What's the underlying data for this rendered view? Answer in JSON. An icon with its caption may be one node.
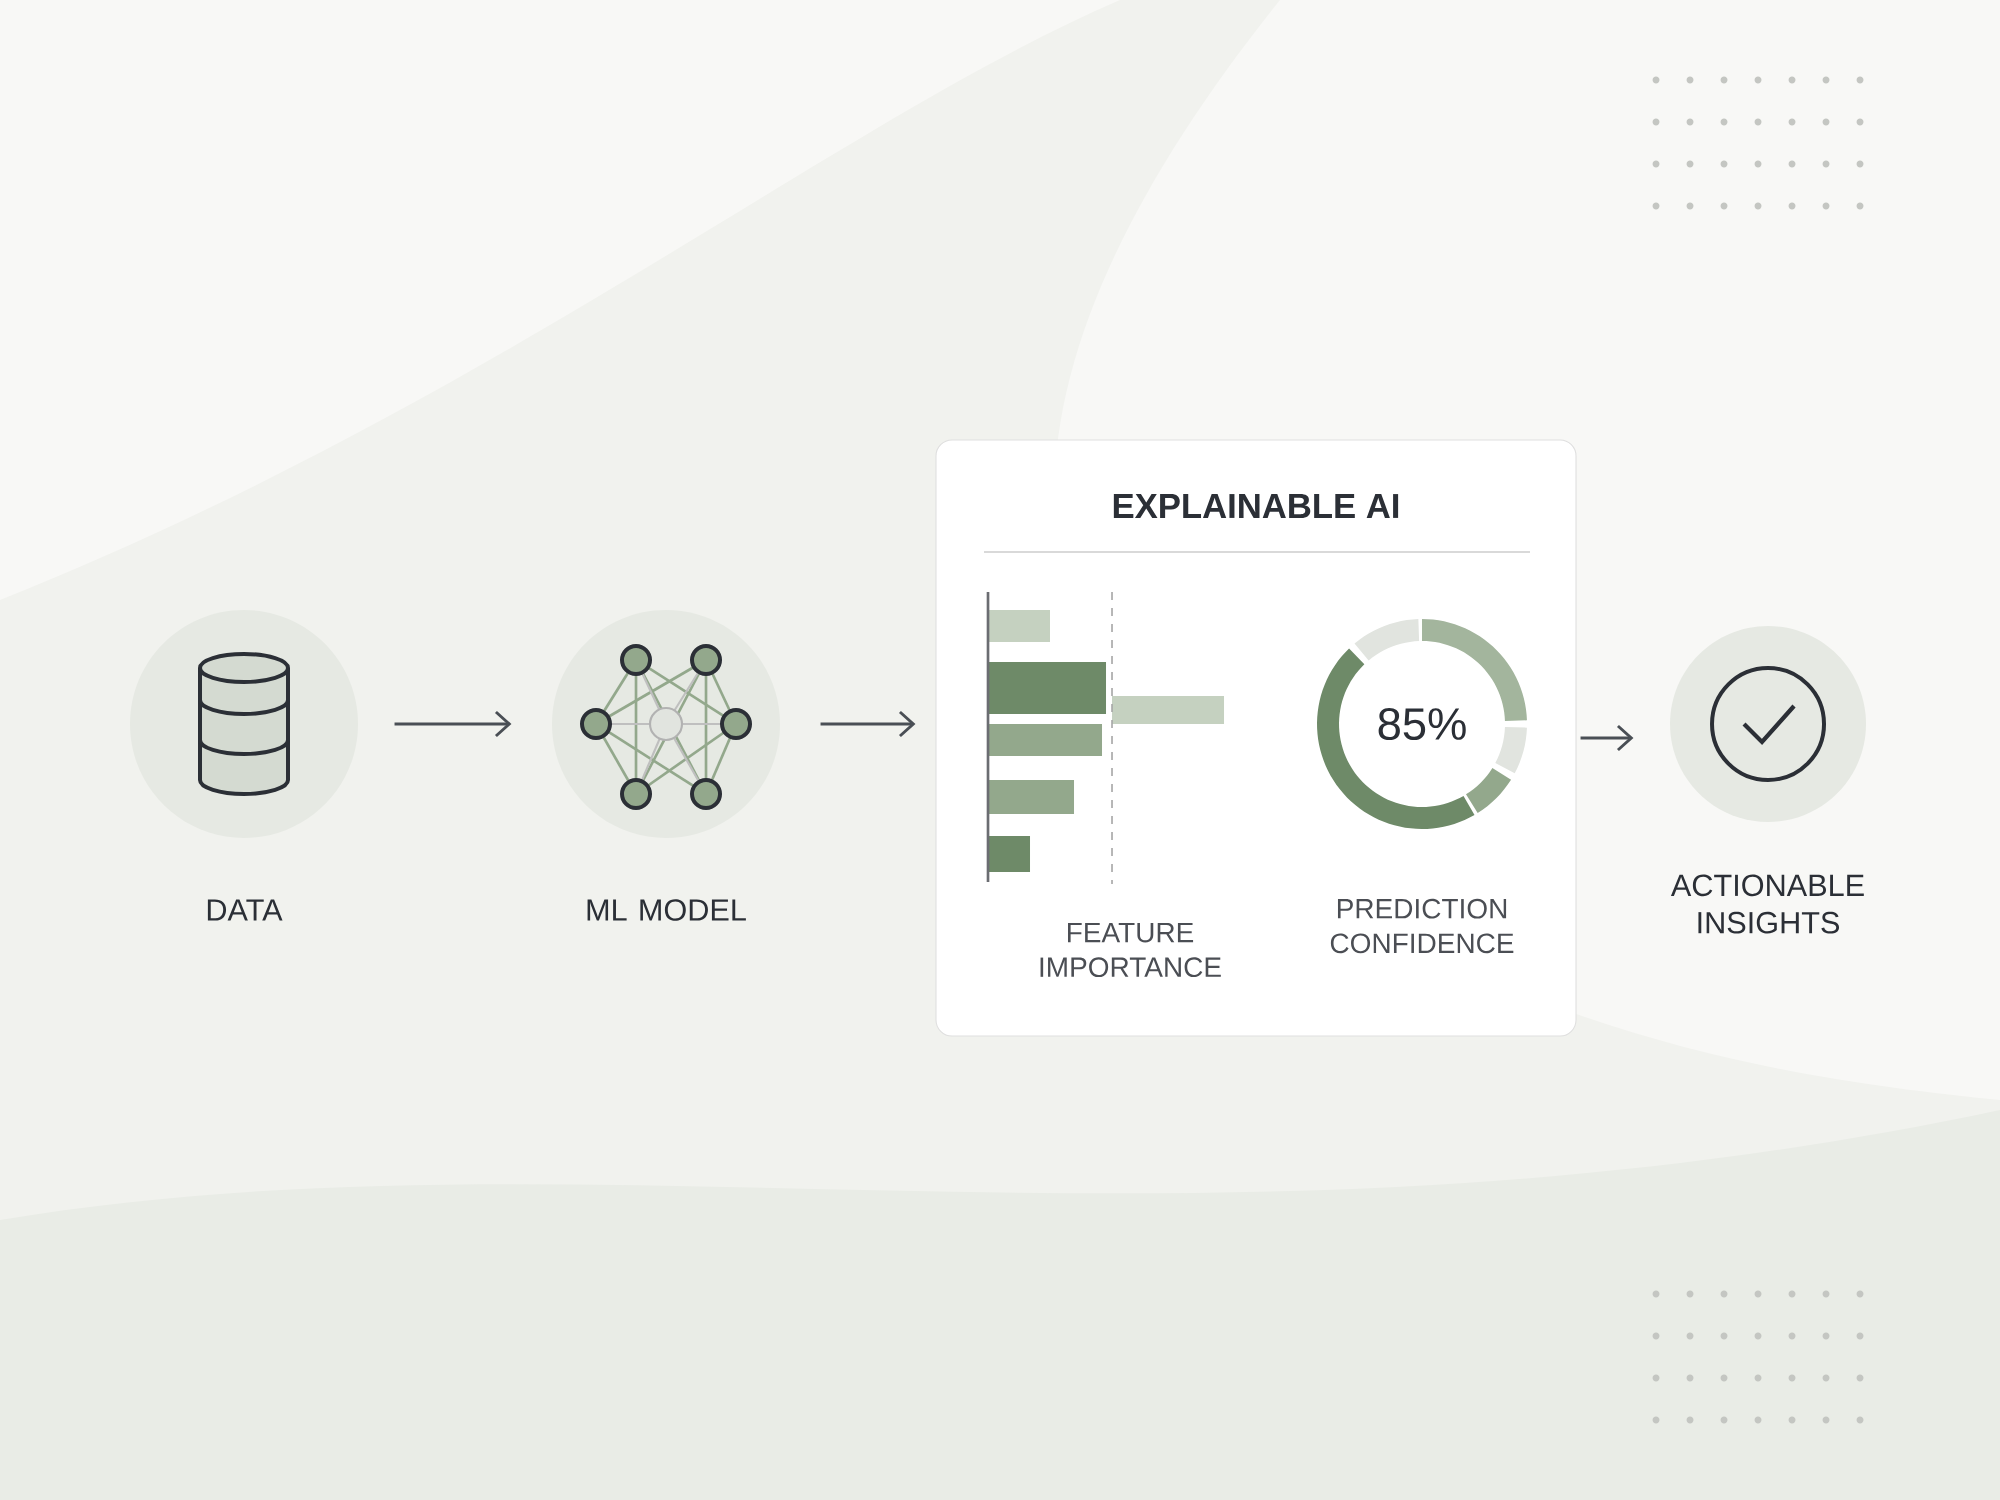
{
  "diagram": {
    "nodes": [
      {
        "text": [
          "DATA"
        ]
      },
      {
        "text": [
          "ML MODEL"
        ]
      },
      {
        "text": [
          "EXPLAINABLE AI"
        ]
      },
      {
        "text": [
          "FEATURE IMPORTANCE"
        ],
        "in": 2
      },
      {
        "text": [
          "85%",
          "PREDICTION CONFIDENCE"
        ],
        "in": 2
      },
      {
        "text": [
          "ACTIONABLE INSIGHTS"
        ]
      }
    ],
    "edges": [
      {
        "from": 0,
        "to": 1,
        "arrow": "to"
      },
      {
        "from": 1,
        "to": 2,
        "arrow": "to"
      },
      {
        "from": 2,
        "to": 5,
        "arrow": "to"
      }
    ]
  }
}
